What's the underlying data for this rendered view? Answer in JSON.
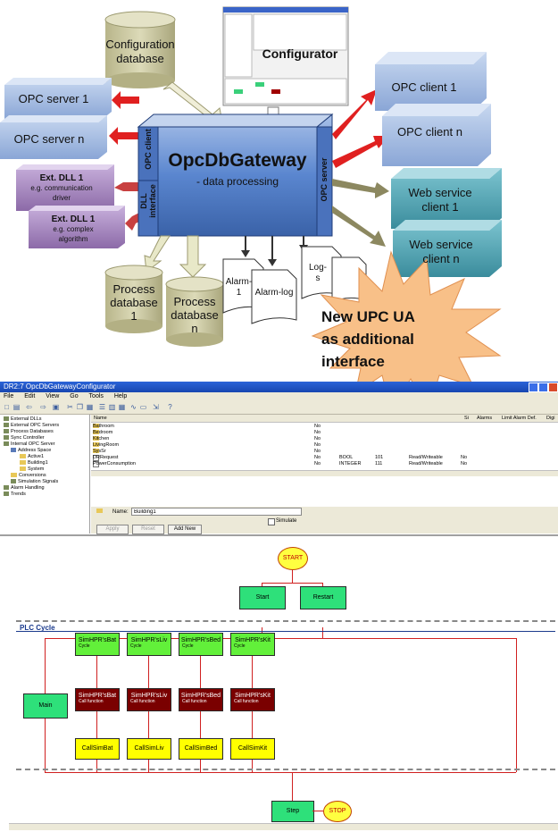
{
  "diagram": {
    "config_db": [
      "Configuration",
      "database"
    ],
    "configurator": "Configurator",
    "opc_server_1": "OPC server 1",
    "opc_server_n": "OPC server n",
    "ext_dll_1a": {
      "title": "Ext. DLL 1",
      "sub": [
        "e.g. communication",
        "driver"
      ]
    },
    "ext_dll_1b": {
      "title": "Ext. DLL 1",
      "sub": [
        "e.g. complex",
        "algorithm"
      ]
    },
    "opc_client_side": "OPC client",
    "dll_interface": [
      "DLL",
      "interface"
    ],
    "gateway_title": "OpcDbGateway",
    "gateway_sub": "- data processing",
    "opc_server_side": "OPC server",
    "opc_client_1": "OPC client 1",
    "opc_client_n": "OPC client  n",
    "web_client_1": [
      "Web service",
      "client 1"
    ],
    "web_client_n": [
      "Web service",
      "client n"
    ],
    "process_db_1": [
      "Process",
      "database",
      "1"
    ],
    "process_db_n": [
      "Process",
      "database",
      "n"
    ],
    "alarm_1": [
      "Alarm-",
      "1"
    ],
    "alarm_log": "Alarm-log",
    "log": [
      "Log-",
      "s"
    ],
    "burst": [
      "New UPC UA",
      "as additional",
      "interface"
    ],
    "colors": {
      "red_arrow": "#e02020",
      "gateway_blue": "#3f6fbf",
      "burst": "#f8c088"
    }
  },
  "window": {
    "title": "DR2:7  OpcDbGatewayConfigurator",
    "menu": [
      "File",
      "Edit",
      "View",
      "Go",
      "Tools",
      "Help"
    ],
    "tree": [
      "External DLLs",
      "External OPC Servers",
      "Process Databases",
      "Sync Controller",
      "Internal OPC Server",
      "Address Space",
      "Active1",
      "Building1",
      "System",
      "Conversions",
      "Simulation Signals",
      "Alarm Handling",
      "Trends"
    ],
    "list_header": {
      "name": "Name",
      "s": "Si",
      "alarms": "Alarms",
      "limit": "Limit Alarm Def.",
      "dig": "Digi"
    },
    "list_rows": [
      {
        "name": "Bathroom",
        "c1": "No",
        "type": "",
        "id": "",
        "access": "",
        "c2": ""
      },
      {
        "name": "Bedroom",
        "c1": "No",
        "type": "",
        "id": "",
        "access": "",
        "c2": ""
      },
      {
        "name": "Kitchen",
        "c1": "No",
        "type": "",
        "id": "",
        "access": "",
        "c2": ""
      },
      {
        "name": "LivingRoom",
        "c1": "No",
        "type": "",
        "id": "",
        "access": "",
        "c2": ""
      },
      {
        "name": "SysSr",
        "c1": "No",
        "type": "",
        "id": "",
        "access": "",
        "c2": ""
      },
      {
        "name": "DRRequest",
        "c1": "No",
        "type": "BOOL",
        "id": "101",
        "access": "Read/Writeable",
        "c2": "No"
      },
      {
        "name": "PowerConsumption",
        "c1": "No",
        "type": "INTEGER",
        "id": "111",
        "access": "Read/Writeable",
        "c2": "No"
      }
    ],
    "props": {
      "name_label": "Name:",
      "name_value": "Building1",
      "simulate": "Simulate",
      "apply": "Apply",
      "reset": "Reset",
      "add_new": "Add New"
    }
  },
  "flow": {
    "start_oval": "START",
    "start": "Start",
    "restart": "Restart",
    "plc_cycle": "PLC Cycle",
    "main": "Main",
    "cycle_blocks": [
      {
        "t": "SimHPR'sBat",
        "s": "Cycle"
      },
      {
        "t": "SimHPR'sLiv",
        "s": "Cycle"
      },
      {
        "t": "SimHPR'sBed",
        "s": "Cycle"
      },
      {
        "t": "SimHPR'sKit",
        "s": "Cycle"
      }
    ],
    "call_fn_blocks": [
      {
        "t": "SimHPR'sBat",
        "s": "Call function"
      },
      {
        "t": "SimHPR'sLiv",
        "s": "Call function"
      },
      {
        "t": "SimHPR'sBed",
        "s": "Call function"
      },
      {
        "t": "SimHPR'sKit",
        "s": "Call function"
      }
    ],
    "call_blocks": [
      "CallSimBat",
      "CallSimLiv",
      "CallSimBed",
      "CallSimKit"
    ],
    "step": "Step",
    "stop_oval": "STOP"
  }
}
